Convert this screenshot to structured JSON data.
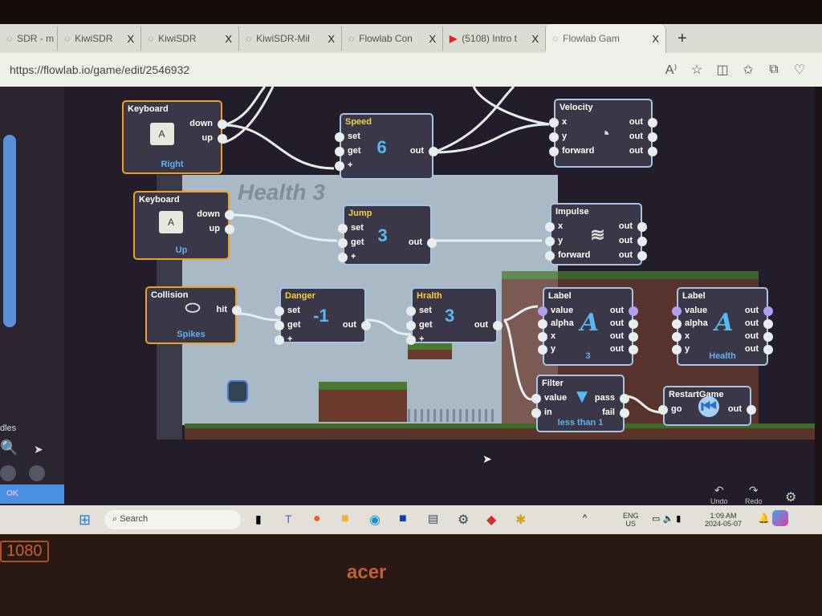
{
  "browser": {
    "tabs": [
      {
        "label": "SDR - m",
        "icon": "kiwi-icon"
      },
      {
        "label": "KiwiSDR",
        "icon": "muted-speaker-icon"
      },
      {
        "label": "KiwiSDR",
        "icon": "kiwi-icon"
      },
      {
        "label": "KiwiSDR-Mil",
        "icon": "kiwi-icon"
      },
      {
        "label": "Flowlab Con",
        "icon": "flowlab-icon"
      },
      {
        "label": "(5108) Intro t",
        "icon": "youtube-icon"
      },
      {
        "label": "Flowlab Gam",
        "icon": "flowlab-icon",
        "active": true
      }
    ],
    "close": "X",
    "new_tab": "+",
    "url": "https://flowlab.io/game/edit/2546932"
  },
  "editor": {
    "hud_text": "Health 3",
    "sidebar": {
      "section": "dles",
      "ok": "OK"
    },
    "undo": "Undo",
    "redo": "Redo",
    "nodes": [
      {
        "title": "Keyboard",
        "type": "event",
        "key": "A",
        "caption": "Right",
        "outputs": [
          "down",
          "up"
        ]
      },
      {
        "title": "Keyboard",
        "type": "event",
        "key": "A",
        "caption": "Up",
        "outputs": [
          "down",
          "up"
        ]
      },
      {
        "title": "Collision",
        "type": "event",
        "icon": "collision-icon",
        "caption": "Spikes",
        "outputs": [
          "hit"
        ]
      },
      {
        "title": "Speed",
        "type": "number",
        "value": "6",
        "inputs": [
          "set",
          "get",
          "+"
        ],
        "outputs": [
          "out"
        ]
      },
      {
        "title": "Jump",
        "type": "number",
        "value": "3",
        "inputs": [
          "set",
          "get",
          "+"
        ],
        "outputs": [
          "out"
        ]
      },
      {
        "title": "Danger",
        "type": "number",
        "value": "-1",
        "inputs": [
          "set",
          "get",
          "+"
        ],
        "outputs": [
          "out"
        ]
      },
      {
        "title": "Hralth",
        "type": "number",
        "value": "3",
        "inputs": [
          "set",
          "get",
          "+"
        ],
        "outputs": [
          "out"
        ]
      },
      {
        "title": "Velocity",
        "type": "behavior",
        "icon": "speedometer-icon",
        "inputs": [
          "x",
          "y",
          "forward"
        ],
        "outputs": [
          "out",
          "out",
          "out"
        ]
      },
      {
        "title": "Impulse",
        "type": "behavior",
        "icon": "spring-icon",
        "inputs": [
          "x",
          "y",
          "forward"
        ],
        "outputs": [
          "out",
          "out",
          "out"
        ]
      },
      {
        "title": "Label",
        "type": "behavior",
        "icon": "label-a-icon",
        "caption": "3",
        "inputs": [
          "value",
          "alpha",
          "x",
          "y"
        ],
        "outputs": [
          "out",
          "out",
          "out",
          "out"
        ]
      },
      {
        "title": "Label",
        "type": "behavior",
        "icon": "label-a-icon",
        "caption": "Health",
        "inputs": [
          "value",
          "alpha",
          "x",
          "y"
        ],
        "outputs": [
          "out",
          "out",
          "out",
          "out"
        ]
      },
      {
        "title": "Filter",
        "type": "behavior",
        "icon": "funnel-icon",
        "caption": "less than 1",
        "inputs": [
          "value",
          "in"
        ],
        "outputs": [
          "pass",
          "fail"
        ]
      },
      {
        "title": "RestartGame",
        "type": "behavior",
        "icon": "restart-icon",
        "inputs": [
          "go"
        ],
        "outputs": [
          "out"
        ]
      }
    ]
  },
  "taskbar": {
    "search": "Search",
    "lang": "ENG",
    "region": "US",
    "time": "1:09 AM",
    "date": "2024-05-07"
  },
  "device": {
    "resolution_badge": "1080",
    "brand": "acer"
  }
}
